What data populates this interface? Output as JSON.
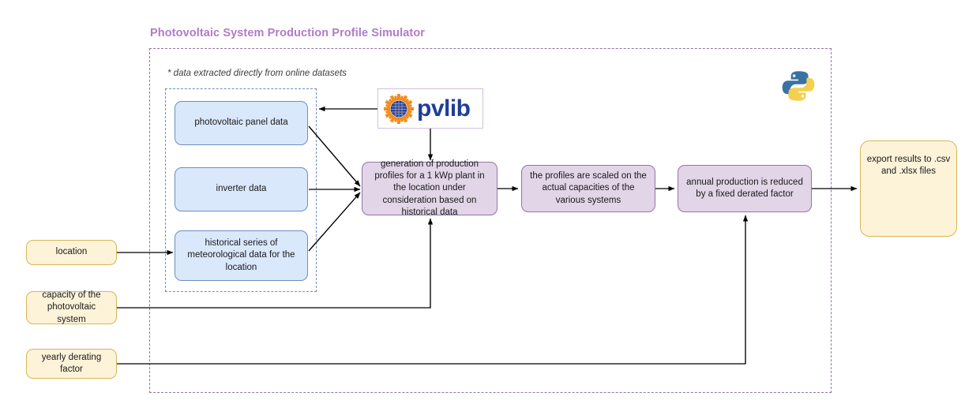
{
  "diagram": {
    "title": "Photovoltaic System Production Profile Simulator",
    "note": "* data extracted directly from online datasets",
    "colors": {
      "title": "#b07cc6",
      "outer_border": "#9673a6",
      "inner_border": "#6c8ebf",
      "blue_fill": "#dae8fc",
      "blue_border": "#6c8ebf",
      "purple_fill": "#e1d5e7",
      "purple_border": "#9673a6",
      "yellow_fill": "#fdf3d9",
      "yellow_border": "#d6b656",
      "arrow": "#000000",
      "excel_green": "#217346",
      "python_blue": "#3a72a3",
      "python_yellow": "#f5d04f",
      "pvlib_text": "#1f3d99",
      "pvlib_sun": "#f28d1e"
    }
  },
  "inputs_datasets": [
    {
      "id": "panel",
      "label": "photovoltaic panel data"
    },
    {
      "id": "inverter",
      "label": "inverter data"
    },
    {
      "id": "historical",
      "label": "historical series of meteorological data for the location"
    }
  ],
  "parameters": [
    {
      "id": "location",
      "label": "location"
    },
    {
      "id": "capacity",
      "label": "capacity of the photovoltaic system"
    },
    {
      "id": "derating",
      "label": "yearly derating factor"
    }
  ],
  "processes": [
    {
      "id": "generation",
      "label": "generation of production profiles for a 1 kWp plant in the location under consideration based on historical data"
    },
    {
      "id": "scaled",
      "label": "the profiles are scaled on the actual capacities of the various systems"
    },
    {
      "id": "derated",
      "label": "annual production is reduced by a fixed derated factor"
    }
  ],
  "output": {
    "label": "export results to .csv and .xlsx files",
    "icon": "excel-icon"
  },
  "logos": {
    "pvlib": {
      "text": "pvlib",
      "icon": "pvlib-sun-icon"
    },
    "python": {
      "icon": "python-logo-icon"
    }
  }
}
